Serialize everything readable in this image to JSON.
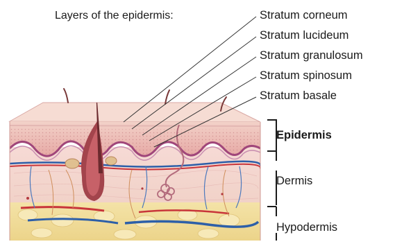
{
  "title": "Layers of the epidermis:",
  "strata": [
    "Stratum corneum",
    "Stratum lucideum",
    "Stratum granulosum",
    "Stratum spinosum",
    "Stratum basale"
  ],
  "regions": {
    "epidermis": "Epidermis",
    "dermis": "Dermis",
    "hypodermis": "Hypodermis"
  }
}
